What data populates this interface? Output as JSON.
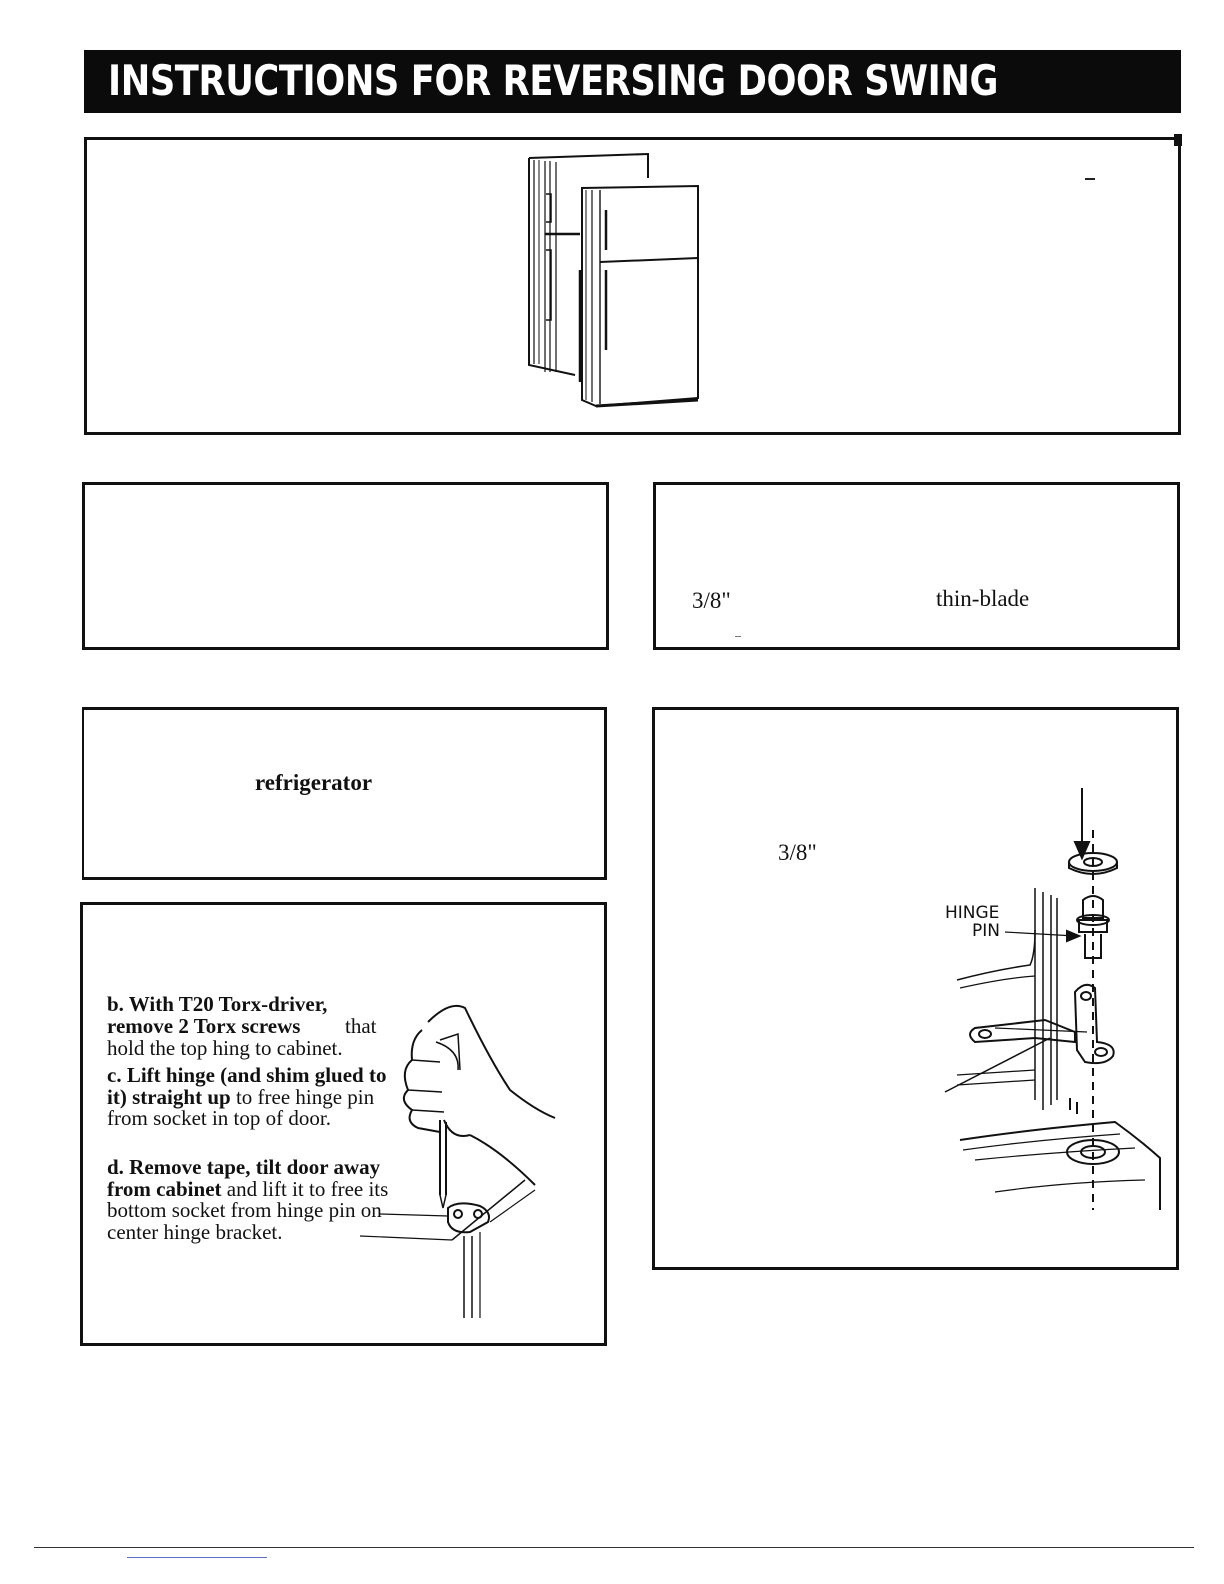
{
  "header": {
    "title": "INSTRUCTIONS FOR REVERSING DOOR SWING"
  },
  "tools_box": {
    "size_1": "3/8\"",
    "blade": "thin-blade"
  },
  "left_box": {
    "word": "refrigerator"
  },
  "hinge_box": {
    "size": "3/8\"",
    "label_line1": "HINGE",
    "label_line2": "PIN"
  },
  "steps": {
    "b": {
      "bold": "b. With T20 Torx-driver, remove 2 Torx screws",
      "rest": "that hold the top hing to cabinet."
    },
    "c": {
      "bold": "c. Lift hinge (and shim glued to it) straight up",
      "rest": "to free hinge pin from socket in top of door."
    },
    "d": {
      "bold": "d. Remove tape, tilt door away from cabinet",
      "rest": "and lift it to free its bottom socket from hinge pin on center hinge bracket."
    }
  },
  "colors": {
    "title_bg": "#0b0b0b",
    "title_fg": "#ffffff",
    "line": "#111111"
  }
}
